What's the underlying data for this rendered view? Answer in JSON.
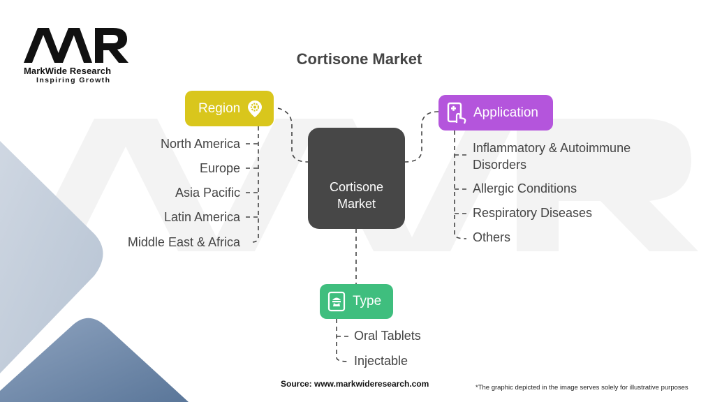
{
  "logo": {
    "mark": "MWR",
    "name": "MarkWide Research",
    "tagline": "Inspiring Growth"
  },
  "title": "Cortisone Market",
  "center": {
    "line1": "Cortisone",
    "line2": "Market",
    "color": "#474747"
  },
  "categories": {
    "region": {
      "label": "Region",
      "icon": "location-gear-icon",
      "color": "#d9c61c",
      "items": [
        "North America",
        "Europe",
        "Asia Pacific",
        "Latin America",
        "Middle East & Africa"
      ]
    },
    "application": {
      "label": "Application",
      "icon": "tablet-touch-medical-icon",
      "color": "#b455dc",
      "items": [
        "Inflammatory & Autoimmune",
        "Disorders",
        "Allergic Conditions",
        "Respiratory Diseases",
        "Others"
      ]
    },
    "type": {
      "label": "Type",
      "icon": "medical-document-icon",
      "color": "#3fbe7e",
      "items": [
        "Oral Tablets",
        "Injectable"
      ]
    }
  },
  "footer": {
    "source": "Source: www.markwideresearch.com",
    "disclaimer": "*The graphic depicted in the image serves solely for illustrative purposes"
  }
}
